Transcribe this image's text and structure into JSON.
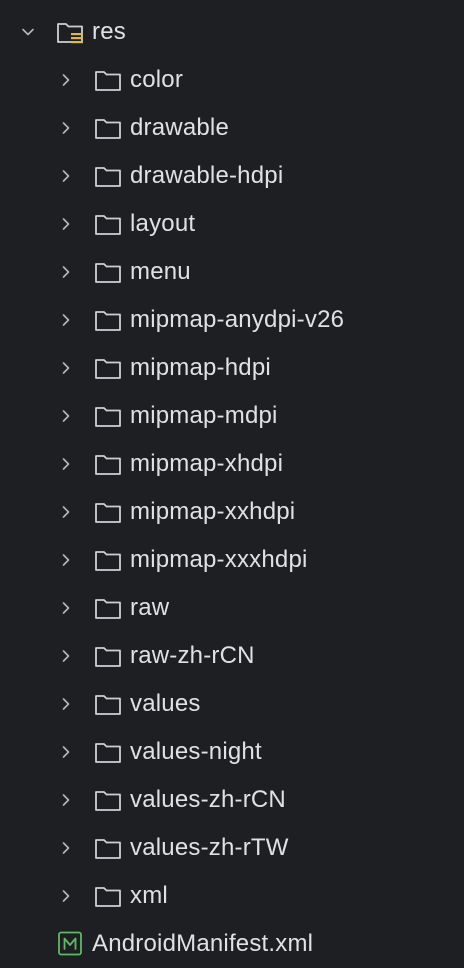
{
  "tree": {
    "root": {
      "label": "res",
      "expanded": true,
      "icon": "resource-folder-icon"
    },
    "children": [
      {
        "label": "color",
        "icon": "folder-icon",
        "expanded": false
      },
      {
        "label": "drawable",
        "icon": "folder-icon",
        "expanded": false
      },
      {
        "label": "drawable-hdpi",
        "icon": "folder-icon",
        "expanded": false
      },
      {
        "label": "layout",
        "icon": "folder-icon",
        "expanded": false
      },
      {
        "label": "menu",
        "icon": "folder-icon",
        "expanded": false
      },
      {
        "label": "mipmap-anydpi-v26",
        "icon": "folder-icon",
        "expanded": false
      },
      {
        "label": "mipmap-hdpi",
        "icon": "folder-icon",
        "expanded": false
      },
      {
        "label": "mipmap-mdpi",
        "icon": "folder-icon",
        "expanded": false
      },
      {
        "label": "mipmap-xhdpi",
        "icon": "folder-icon",
        "expanded": false
      },
      {
        "label": "mipmap-xxhdpi",
        "icon": "folder-icon",
        "expanded": false
      },
      {
        "label": "mipmap-xxxhdpi",
        "icon": "folder-icon",
        "expanded": false
      },
      {
        "label": "raw",
        "icon": "folder-icon",
        "expanded": false
      },
      {
        "label": "raw-zh-rCN",
        "icon": "folder-icon",
        "expanded": false
      },
      {
        "label": "values",
        "icon": "folder-icon",
        "expanded": false
      },
      {
        "label": "values-night",
        "icon": "folder-icon",
        "expanded": false
      },
      {
        "label": "values-zh-rCN",
        "icon": "folder-icon",
        "expanded": false
      },
      {
        "label": "values-zh-rTW",
        "icon": "folder-icon",
        "expanded": false
      },
      {
        "label": "xml",
        "icon": "folder-icon",
        "expanded": false
      }
    ],
    "file": {
      "label": "AndroidManifest.xml",
      "icon": "manifest-file-icon"
    }
  },
  "colors": {
    "background": "#1e1f22",
    "text": "#dfe1e5",
    "icon_stroke": "#ced0d6",
    "chevron": "#b4b8bf",
    "manifest_accent": "#5fb865",
    "resource_accent": "#e0b84a"
  }
}
